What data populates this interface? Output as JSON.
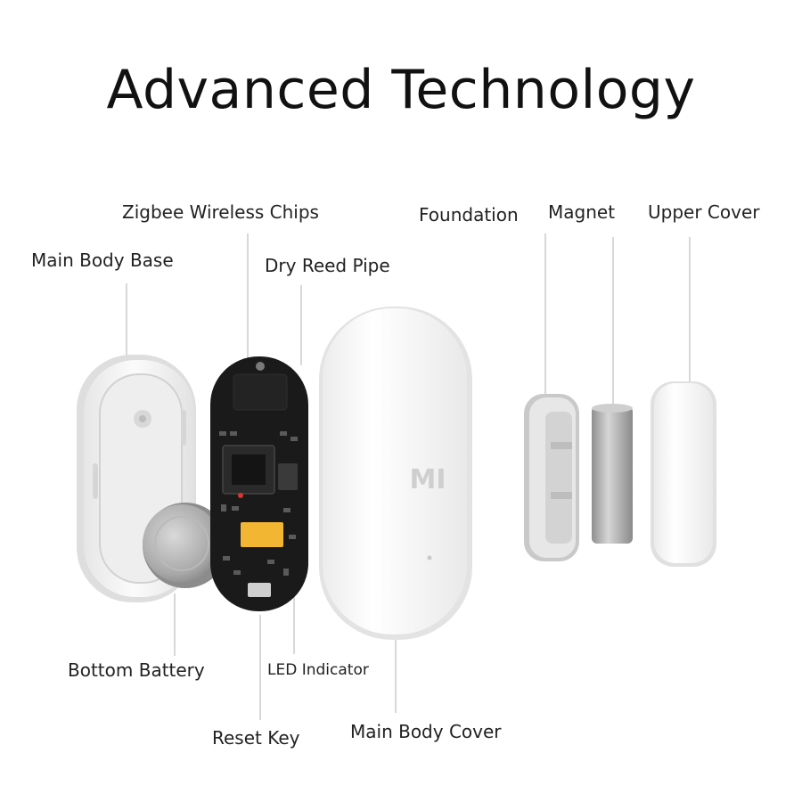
{
  "title": "Advanced Technology",
  "labels": {
    "zigbee": "Zigbee Wireless Chips",
    "main_body_base": "Main Body Base",
    "dry_reed_pipe": "Dry Reed Pipe",
    "foundation": "Foundation",
    "magnet": "Magnet",
    "upper_cover": "Upper Cover",
    "bottom_battery": "Bottom Battery",
    "led_indicator": "LED Indicator",
    "reset_key": "Reset Key",
    "main_body_cover": "Main Body Cover"
  },
  "brand_logo": "MI",
  "colors": {
    "text": "#222222",
    "leader": "#cfcfcf",
    "shell": "#f1f1f1",
    "pcb": "#1a1a1a",
    "chip_yellow": "#f2b632",
    "magnet": "#a9a9a9"
  }
}
